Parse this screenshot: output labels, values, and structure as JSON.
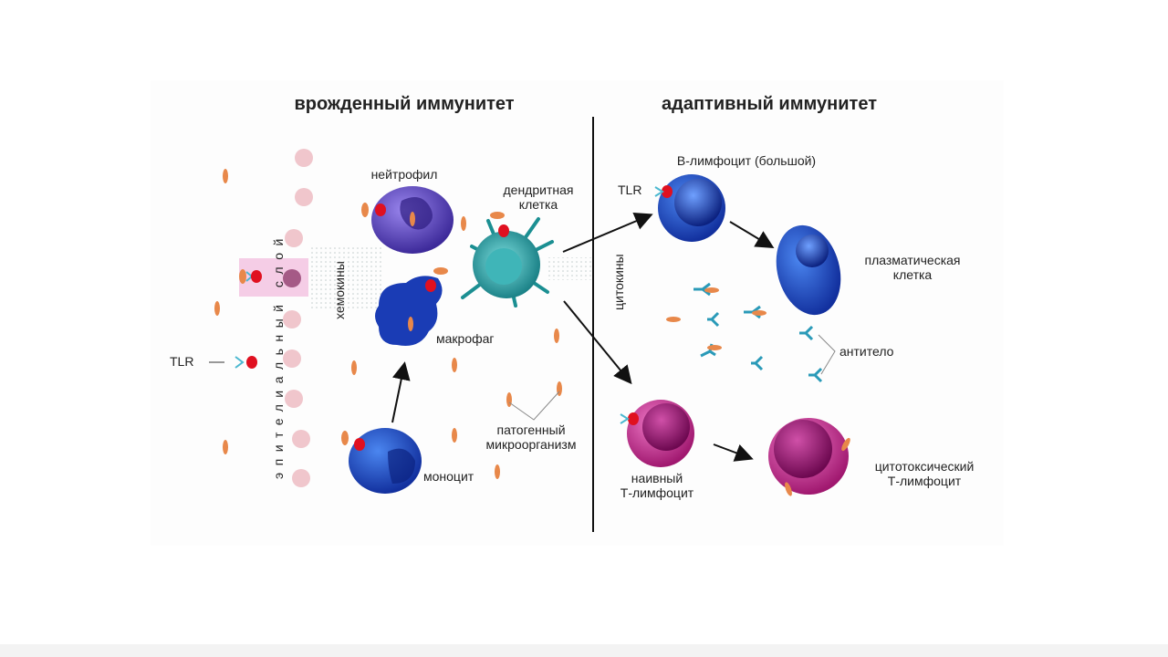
{
  "titles": {
    "innate": "врожденный иммунитет",
    "adaptive": "адаптивный иммунитет"
  },
  "labels": {
    "epithelial_layer": "эпителиальный слой",
    "tlr_left": "TLR",
    "chemokines": "хемокины",
    "neutrophil": "нейтрофил",
    "dendritic_line1": "дендритная",
    "dendritic_line2": "клетка",
    "macrophage": "макрофаг",
    "monocyte": "моноцит",
    "pathogen_line1": "патогенный",
    "pathogen_line2": "микроорганизм",
    "cytokines": "цитокины",
    "b_lymphocyte": "В-лимфоцит (большой)",
    "tlr_right": "TLR",
    "plasma_line1": "плазматическая",
    "plasma_line2": "клетка",
    "antibody": "антитело",
    "naive_line1": "наивный",
    "naive_line2": "Т-лимфоцит",
    "cytotoxic_line1": "цитотоксический",
    "cytotoxic_line2": "Т-лимфоцит"
  },
  "colors": {
    "neutrophil": "#5a45b8",
    "macrophage": "#1a3cb5",
    "dendritic": "#1f9a9c",
    "monocyte": "#1a35b0",
    "b_cell": "#1a55d0",
    "t_cell": "#b32486",
    "pathogen": "#e8884a",
    "receptor": "#e01020",
    "antibody": "#2a9ab8",
    "epithelium": "#f0c6cc"
  }
}
